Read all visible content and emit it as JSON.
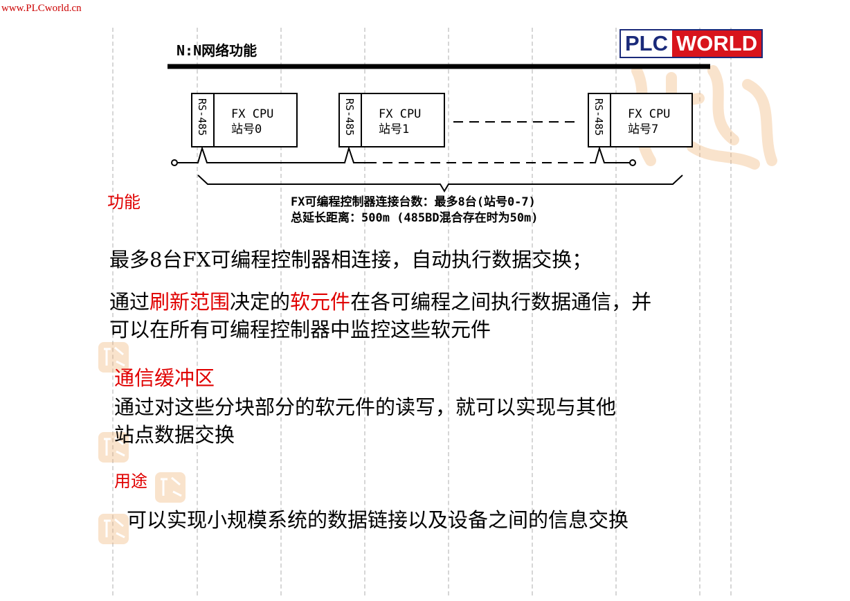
{
  "site_url": "www.PLCworld.cn",
  "logo": {
    "part1": "PLC",
    "part2": "WORLD"
  },
  "diagram": {
    "title": "N:N网络功能",
    "rs485": "RS-485",
    "cpu_label": "FX CPU",
    "stations": [
      "站号0",
      "站号1",
      "站号7"
    ],
    "caption_line1": "FX可编程控制器连接台数：最多8台(站号0-7)",
    "caption_line2": "总延长距离：500m  (485BD混合存在时为50m)"
  },
  "sections": {
    "function_label": "功能",
    "function_text1": "最多8台FX可编程控制器相连接，自动执行数据交换；",
    "function_text2_pre": "通过",
    "function_text2_red1": "刷新范围",
    "function_text2_mid": "决定的",
    "function_text2_red2": "软元件",
    "function_text2_post": "在各可编程之间执行数据通信，并",
    "function_text2_line2": "可以在所有可编程控制器中监控这些软元件",
    "buffer_label": "通信缓冲区",
    "buffer_text_line1": "通过对这些分块部分的软元件的读写，就可以实现与其他",
    "buffer_text_line2": "站点数据交换",
    "usage_label": "用途",
    "usage_text": "可以实现小规模系统的数据链接以及设备之间的信息交换"
  },
  "colors": {
    "accent_red": "#e00000",
    "logo_blue": "#1a2a7a",
    "logo_red": "#d8141c",
    "seal_orange": "#f0b070"
  }
}
